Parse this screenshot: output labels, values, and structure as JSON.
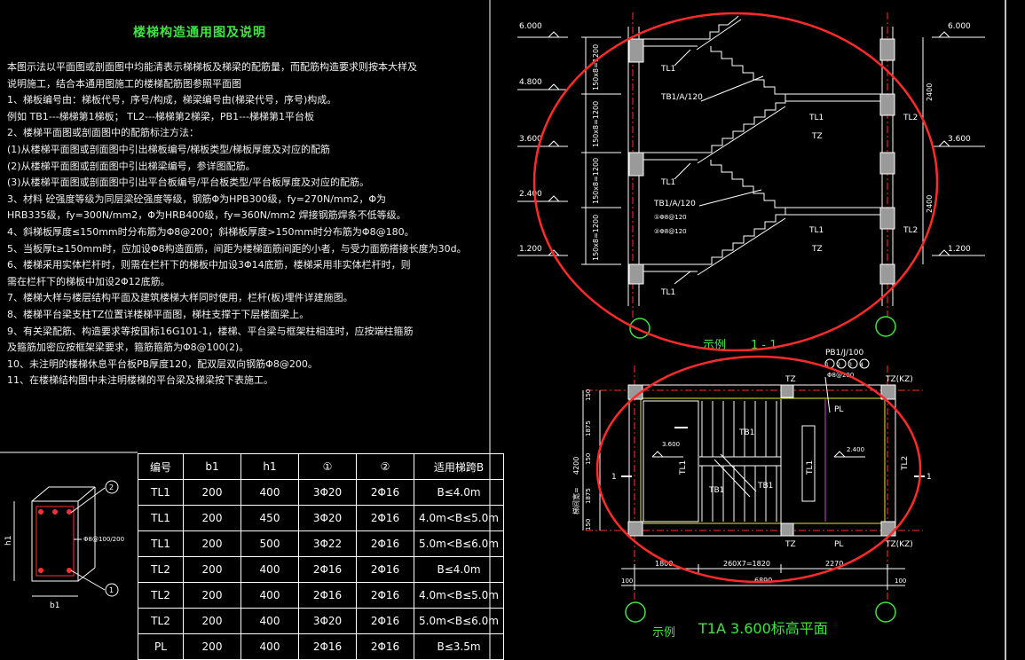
{
  "title": "楼梯构造通用图及说明",
  "notes": [
    "本图示法以平面图或剖面图中均能清表示梯梯板及梯梁的配筋量，而配筋构造要求则按本大样及",
    "说明施工，结合本通用图施工的楼梯配筋图参照平面图",
    "1、梯板编号由：梯板代号，序号/构成，梯梁编号由(梯梁代号，序号)构成。",
    "   例如 TB1---梯梯第1梯板；                    TL2---梯梯第2梯梁，PB1---梯梯第1平台板",
    "2、楼梯平面图或剖面图中的配筋标注方法：",
    "   (1)从楼梯平面图或剖面图中引出梯板编号/梯板类型/梯板厚度及对应的配筋",
    "   (2)从楼梯平面图或剖面图中引出梯梁编号，参详图配筋。",
    "   (3)从楼梯平面图或剖面图中引出平台板编号/平台板类型/平台板厚度及对应的配筋。",
    "3、材料 砼强度等级为同层梁砼强度等级，钢筋Φ为HPB300级，fy=270N/mm2，Φ为",
    "   HRB335级，fy=300N/mm2，Φ为HRB400级，fy=360N/mm2 焊接钢筋焊条不低等级。",
    "4、斜梯板厚度≤150mm时分布筋为Φ8@200；斜梯板厚度>150mm时分布筋为Φ8@180。",
    "5、当板厚t≥150mm时，应加设Φ8构造面筋，间距为楼梯面筋间距的小者，与受力面筋搭接长度为30d。",
    "6、楼梯采用实体栏杆时，则需在栏杆下的梯板中加设3Φ14底筋，楼梯采用非实体栏杆时，则",
    "   需在栏杆下的梯板中加设2Φ12底筋。",
    "7、楼梯大样与楼层结构平面及建筑楼梯大样同时使用，栏杆(板)埋件详建施图。",
    "8、楼梯平台梁支柱TZ位置详楼梯平面图，梯柱支撑于下层楼面梁上。",
    "9、有关梁配筋、构造要求等按国标16G101-1，楼梯、平台梁与框架柱相连时，应按端柱箍筋",
    "   及箍筋加密应按框架梁要求，箍筋箍筋为Φ8@100(2)。",
    "10、未注明的楼梯休息平台板PB厚度120，配双层双向钢筋Φ8@200。",
    "11、在楼梯结构图中未注明楼梯的平台梁及梯梁按下表施工。"
  ],
  "section": {
    "caption_prefix": "示例",
    "caption_num": "1 - 1",
    "levels_left": [
      "6.000",
      "4.800",
      "3.600",
      "2.400",
      "1.200"
    ],
    "levels_right": [
      "6.000",
      "3.600",
      "1.200"
    ],
    "dims_left": [
      "150x8=1200",
      "150x8=1200",
      "150x8=1200",
      "150x8=1200"
    ],
    "dims_right": [
      "2400",
      "2400"
    ],
    "labels": {
      "tl1_a": "TL1",
      "tb1_a": "TB1/A/120",
      "tl1_b": "TL1",
      "tl2_a": "TL2",
      "tz_a": "TZ",
      "tl1_c": "TL1",
      "tb1_b": "TB1/A/120",
      "rebar1": "①Φ8@120",
      "rebar2": "②Φ8@120",
      "tl1_d": "TL1",
      "tl2_b": "TL2",
      "tz_b": "TZ",
      "tl1_e": "TL1"
    }
  },
  "plan": {
    "caption_prefix": "示例",
    "caption_main": "T1A  3.600标高平面",
    "pb_label": "PB1/J/100",
    "pb_rebar": "Φ8@200",
    "pb_circles": [
      "1",
      "2",
      "3",
      "4"
    ],
    "labels": {
      "tz_tl": "TZ",
      "tzkz_tr": "TZ(KZ)",
      "pl_top": "PL",
      "tb1_top": "TB1",
      "lvl_left": "3.600",
      "lvl_right": "2.400",
      "tl1_left": "TL1",
      "tl1_mid": "TL1",
      "tl2": "TL2",
      "tb1_low": "TB1",
      "tb1_low2": "TB1",
      "tz_bl": "TZ",
      "pl_bot": "PL",
      "tzkz_br": "TZ(KZ)",
      "sec_mark_l": "1",
      "sec_mark_r": "1"
    },
    "dims_h": [
      "1800",
      "260X7=1820",
      "2270"
    ],
    "dim_total": "6890",
    "dim_edge_l": "100",
    "dim_edge_r": "100",
    "dims_v": [
      "150",
      "1875",
      "150",
      "1875",
      "150"
    ],
    "dim_v_total": "4200",
    "dim_v_label": "梯间宽="
  },
  "beam_detail": {
    "b1": "b1",
    "h1": "h1",
    "stirrup": "Φ8@100/200",
    "c1": "1",
    "c2": "2"
  },
  "table": {
    "headers": [
      "编号",
      "b1",
      "h1",
      "①",
      "②",
      "适用梯跨B"
    ],
    "rows": [
      [
        "TL1",
        "200",
        "400",
        "3Φ20",
        "2Φ16",
        "B≤4.0m"
      ],
      [
        "TL1",
        "200",
        "450",
        "3Φ20",
        "2Φ16",
        "4.0m<B≤5.0m"
      ],
      [
        "TL1",
        "200",
        "500",
        "3Φ22",
        "2Φ16",
        "5.0m<B≤6.0m"
      ],
      [
        "TL2",
        "200",
        "400",
        "2Φ16",
        "2Φ16",
        "B≤4.0m"
      ],
      [
        "TL2",
        "200",
        "400",
        "2Φ16",
        "2Φ16",
        "4.0m<B≤5.0m"
      ],
      [
        "TL2",
        "200",
        "400",
        "3Φ20",
        "2Φ16",
        "5.0m<B≤6.0m"
      ],
      [
        "PL",
        "200",
        "400",
        "2Φ16",
        "2Φ16",
        "B≤3.5m"
      ]
    ]
  },
  "colors": {
    "bg": "#000000",
    "line": "#ffffff",
    "green": "#41e341",
    "red": "#ff2a2a",
    "grey": "#9a9a9a",
    "yellow": "#e8e83a",
    "magenta": "#e040e0"
  }
}
